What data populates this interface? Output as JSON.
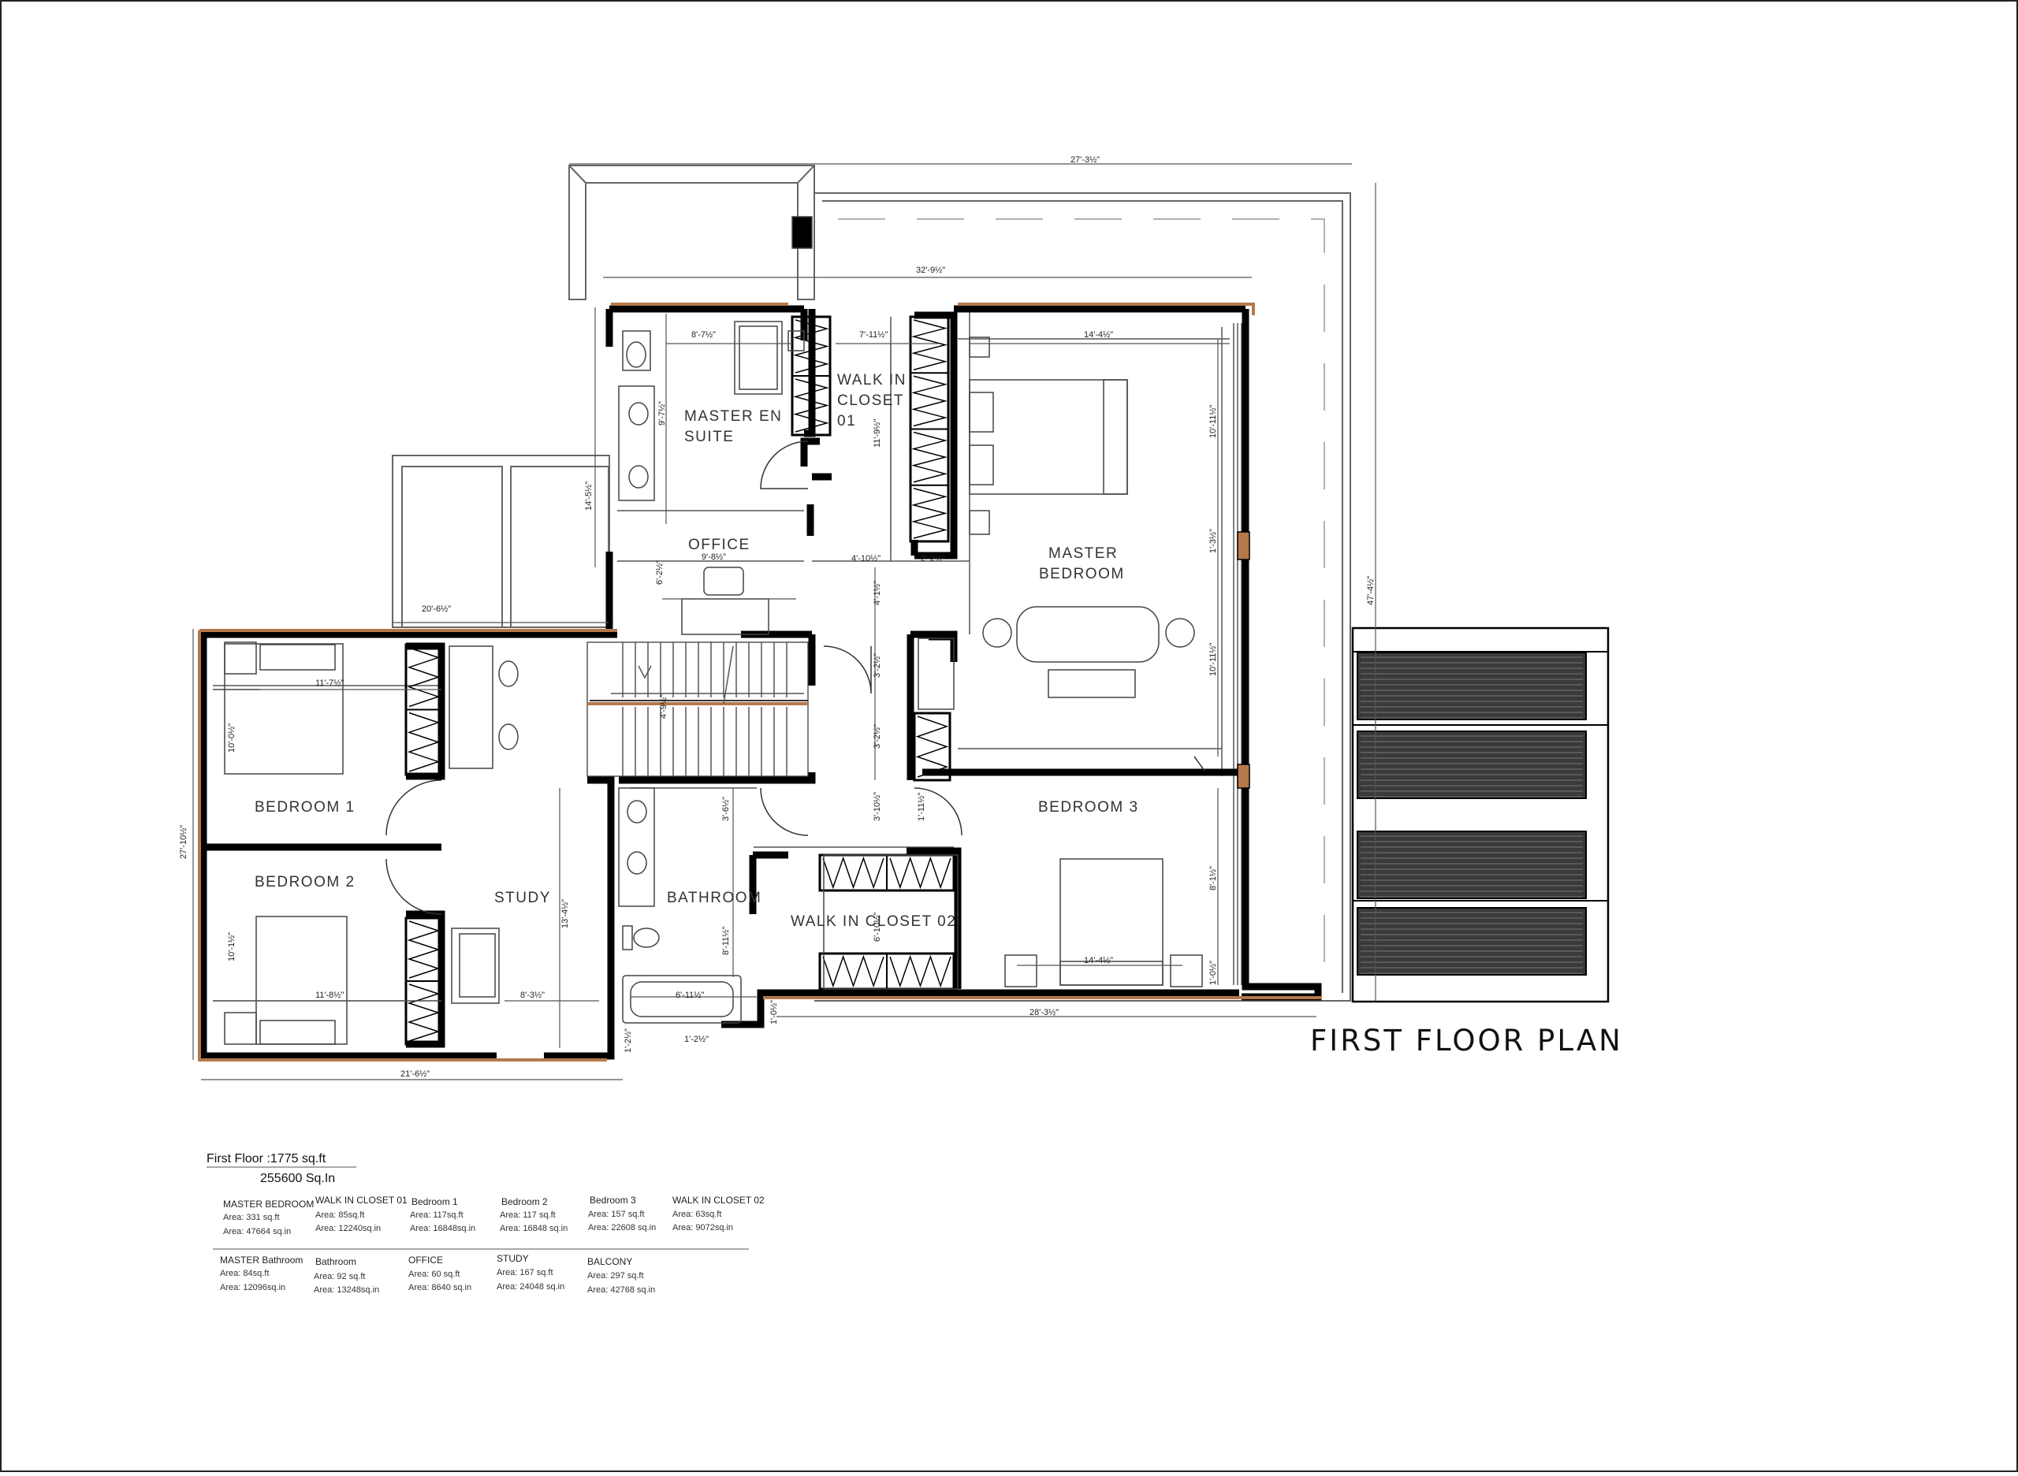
{
  "title": "FIRST FLOOR PLAN",
  "rooms": {
    "master_en_suite": [
      "MASTER EN",
      "SUITE"
    ],
    "walk_in_closet_01": [
      "WALK IN",
      "CLOSET",
      "01"
    ],
    "master_bedroom": [
      "MASTER",
      "BEDROOM"
    ],
    "office": "OFFICE",
    "bedroom_1": "BEDROOM 1",
    "bedroom_2": "BEDROOM 2",
    "study": "STUDY",
    "bathroom": "BATHROOM",
    "walk_in_closet_02": "WALK IN CLOSET 02",
    "bedroom_3": "BEDROOM 3"
  },
  "dimensions": {
    "top_overall": "27'-3½\"",
    "top_inner": "32'-9½\"",
    "right_overall": "47'-4½\"",
    "left_overall": "27'-10½\"",
    "balcony_left": "20'-6½\"",
    "balcony_height": "14'-5½\"",
    "bottom_left": "21'-6½\"",
    "bottom_right": "28'-3½\"",
    "en_suite_width": "8'-7½\"",
    "en_suite_depth": "9'-7½\"",
    "wic01_width": "7'-11½\"",
    "wic01_depth": "11'-9½\"",
    "master_width": "14'-4½\"",
    "master_right_a": "10'-11½\"",
    "master_right_b": "1'-3½\"",
    "master_right_c": "10'-11½\"",
    "office_width": "9'-8½\"",
    "office_depth": "6'-2½\"",
    "hall_a": "4'-10½\"",
    "hall_b": "2'-2½\"",
    "hall_c": "4'-1½\"",
    "hall_d": "3'-2½\"",
    "hall_e": "3'-2½\"",
    "hall_f": "3'-10½\"",
    "stair": "4'-9½\"",
    "bed1_width": "11'-7½\"",
    "bed1_depth": "10'-0½\"",
    "bed2_width": "11'-8½\"",
    "bed2_depth": "10'-1½\"",
    "study_depth": "13'-4½\"",
    "study_width": "8'-3½\"",
    "bath_a": "3'-6½\"",
    "bath_b": "8'-11½\"",
    "bath_c": "6'-11½\"",
    "wic02_a": "6'-10½\"",
    "wic02_b": "1'-11½\"",
    "bed3_depth": "8'-1½\"",
    "bed3_width": "14'-4½\"",
    "bed3_b": "1'-0½\"",
    "small_a": "1'-0½\"",
    "small_b": "1'-2½\"",
    "small_c": "1'-2½\""
  },
  "areas": {
    "total_line1": "First Floor :1775 sq.ft",
    "total_line2": "255600 Sq.In",
    "row1": [
      {
        "name": "MASTER BEDROOM",
        "sqft": "Area: 331 sq.ft",
        "sqin": "Area: 47664 sq.in"
      },
      {
        "name": "WALK IN CLOSET 01",
        "sqft": "Area: 85sq.ft",
        "sqin": "Area: 12240sq.in"
      },
      {
        "name": "Bedroom 1",
        "sqft": "Area: 117sq.ft",
        "sqin": "Area: 16848sq.in"
      },
      {
        "name": "Bedroom 2",
        "sqft": "Area: 117 sq.ft",
        "sqin": "Area: 16848 sq.in"
      },
      {
        "name": "Bedroom 3",
        "sqft": "Area: 157 sq.ft",
        "sqin": "Area: 22608 sq.in"
      },
      {
        "name": "WALK IN CLOSET 02",
        "sqft": "Area: 63sq.ft",
        "sqin": "Area: 9072sq.in"
      }
    ],
    "row2": [
      {
        "name": "MASTER Bathroom",
        "sqft": "Area: 84sq.ft",
        "sqin": "Area: 12096sq.in"
      },
      {
        "name": "Bathroom",
        "sqft": "Area: 92 sq.ft",
        "sqin": "Area: 13248sq.in"
      },
      {
        "name": "OFFICE",
        "sqft": "Area: 60 sq.ft",
        "sqin": "Area: 8640 sq.in"
      },
      {
        "name": "STUDY",
        "sqft": "Area: 167 sq.ft",
        "sqin": "Area: 24048 sq.in"
      },
      {
        "name": "BALCONY",
        "sqft": "Area: 297 sq.ft",
        "sqin": "Area: 42768 sq.in"
      }
    ]
  },
  "colors": {
    "wall": "#000000",
    "wall_accent": "#b5784a",
    "line": "#555555",
    "solar": "#3a3a3a"
  }
}
